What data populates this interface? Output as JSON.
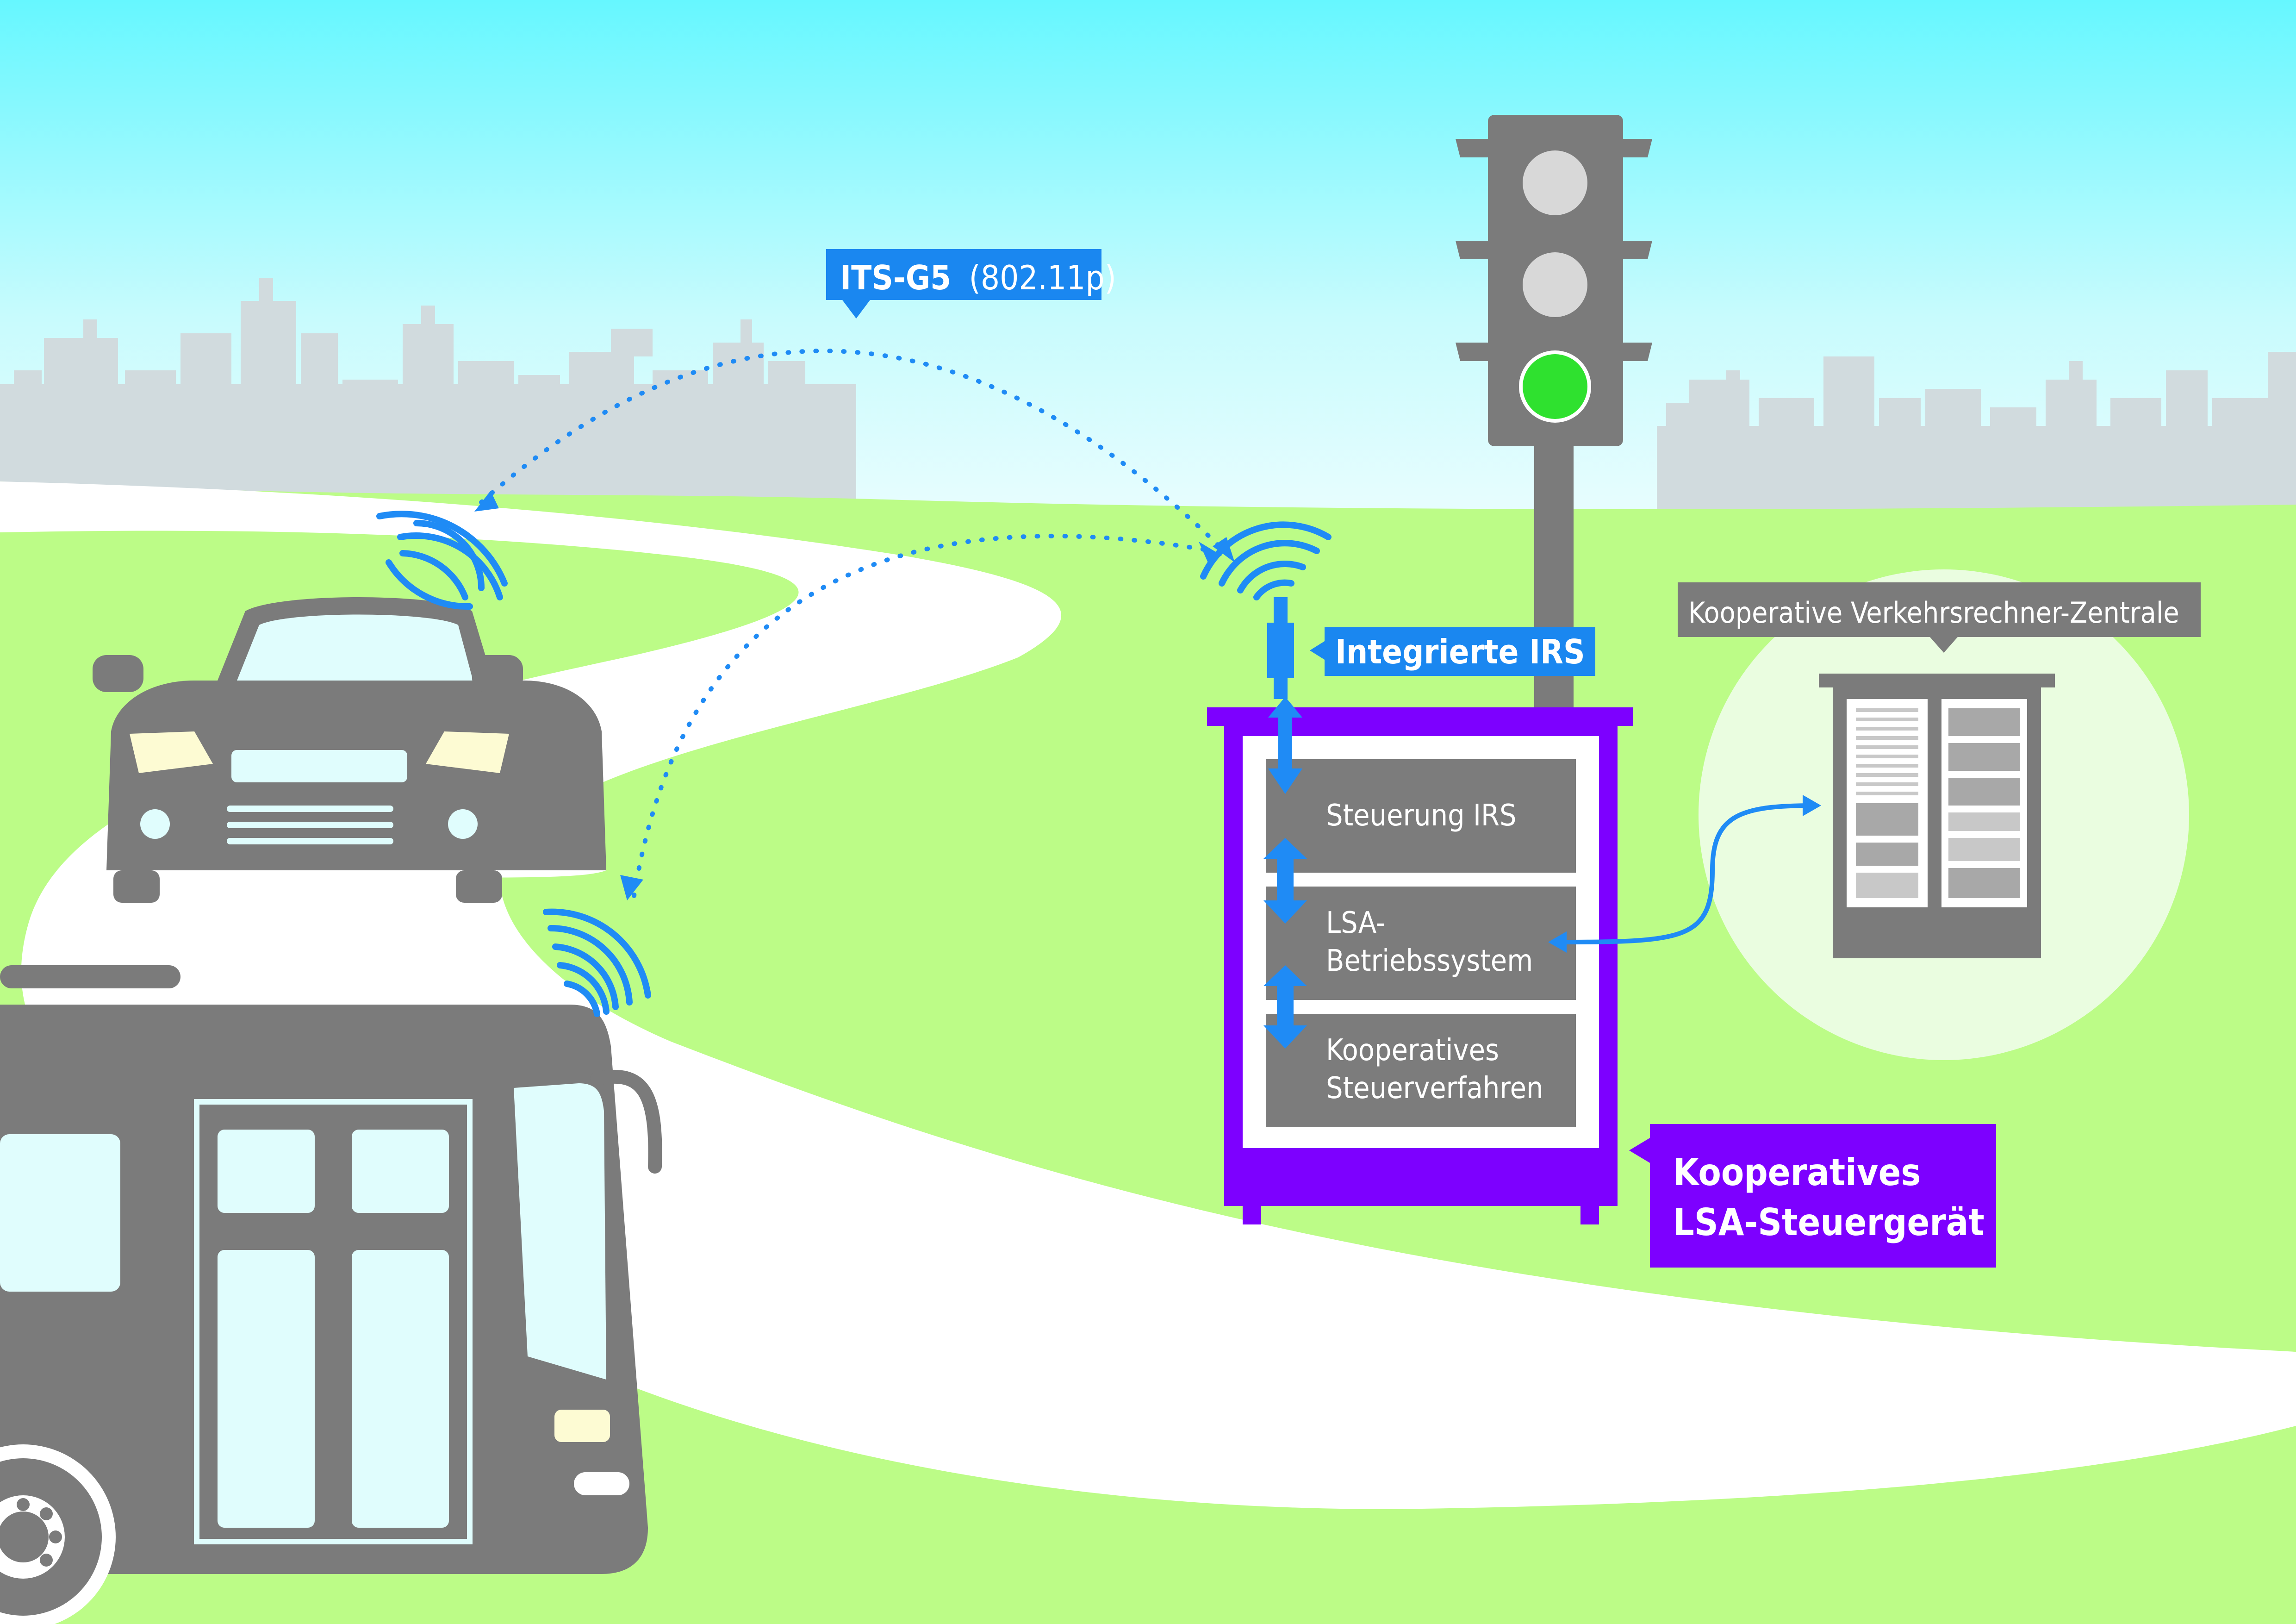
{
  "labels": {
    "its_g5_bold": "ITS-G5",
    "its_g5_rest": "(802.11p)",
    "integrierte_irs": "Integrierte IRS",
    "zentrale": "Kooperative Verkehrsrechner-Zentrale",
    "steuergeraet_line1": "Kooperatives",
    "steuergeraet_line2": "LSA-Steuergerät"
  },
  "modules": {
    "steuerung_irs": "Steuerung IRS",
    "betriebssystem_line1": "LSA-",
    "betriebssystem_line2": "Betriebssystem",
    "steuerverfahren_line1": "Kooperatives",
    "steuerverfahren_line2": "Steuerverfahren"
  },
  "traffic_light": {
    "active_signal": "green"
  },
  "icons": [
    "car-icon",
    "bus-icon",
    "traffic-light-icon",
    "server-rack-icon",
    "wireless-signal-icon",
    "double-arrow-icon",
    "city-skyline"
  ],
  "colors": {
    "sky_top": "#66f7ff",
    "sky_bottom": "#ecfdfd",
    "grass": "#bcfc87",
    "road": "#ffffff",
    "skyline": "#d1dbde",
    "vehicle_grey": "#7b7b7b",
    "window": "#e0fdfd",
    "signal_blue": "#1f8bf5",
    "label_blue": "#1a87f0",
    "purple": "#7d00ff",
    "module_grey": "#7c7c7c",
    "green_light": "#2fe12f"
  }
}
